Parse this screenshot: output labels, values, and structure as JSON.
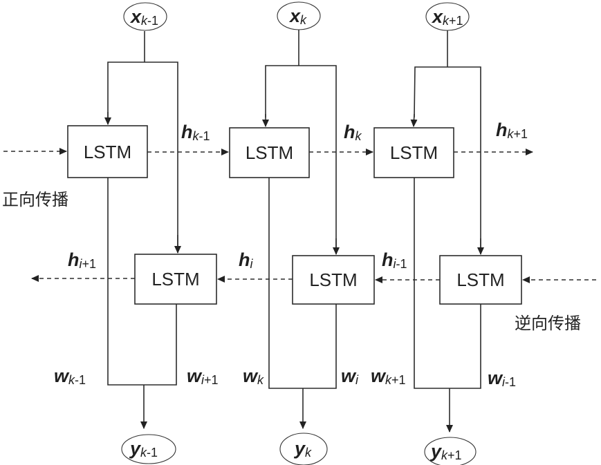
{
  "diagram": {
    "type": "bidirectional-lstm",
    "box_label": "LSTM",
    "forward_label": "正向传播",
    "backward_label": "逆向传播",
    "inputs": [
      {
        "main": "x",
        "sub_var": "k",
        "sub_rest": "-1"
      },
      {
        "main": "x",
        "sub_var": "k",
        "sub_rest": ""
      },
      {
        "main": "x",
        "sub_var": "k",
        "sub_rest": "+1"
      }
    ],
    "outputs": [
      {
        "main": "y",
        "sub_var": "k",
        "sub_rest": "-1"
      },
      {
        "main": "y",
        "sub_var": "k",
        "sub_rest": ""
      },
      {
        "main": "y",
        "sub_var": "k",
        "sub_rest": "+1"
      }
    ],
    "forward_hidden": [
      {
        "main": "h",
        "sub_var": "k",
        "sub_rest": "-1"
      },
      {
        "main": "h",
        "sub_var": "k",
        "sub_rest": ""
      },
      {
        "main": "h",
        "sub_var": "k",
        "sub_rest": "+1"
      }
    ],
    "backward_hidden": [
      {
        "main": "h",
        "sub_var": "i",
        "sub_rest": "+1"
      },
      {
        "main": "h",
        "sub_var": "i",
        "sub_rest": ""
      },
      {
        "main": "h",
        "sub_var": "i",
        "sub_rest": "-1"
      }
    ],
    "forward_weights": [
      {
        "main": "w",
        "sub_var": "k",
        "sub_rest": "-1"
      },
      {
        "main": "w",
        "sub_var": "k",
        "sub_rest": ""
      },
      {
        "main": "w",
        "sub_var": "k",
        "sub_rest": "+1"
      }
    ],
    "backward_weights": [
      {
        "main": "w",
        "sub_var": "i",
        "sub_rest": "+1"
      },
      {
        "main": "w",
        "sub_var": "i",
        "sub_rest": ""
      },
      {
        "main": "w",
        "sub_var": "i",
        "sub_rest": "-1"
      }
    ]
  }
}
